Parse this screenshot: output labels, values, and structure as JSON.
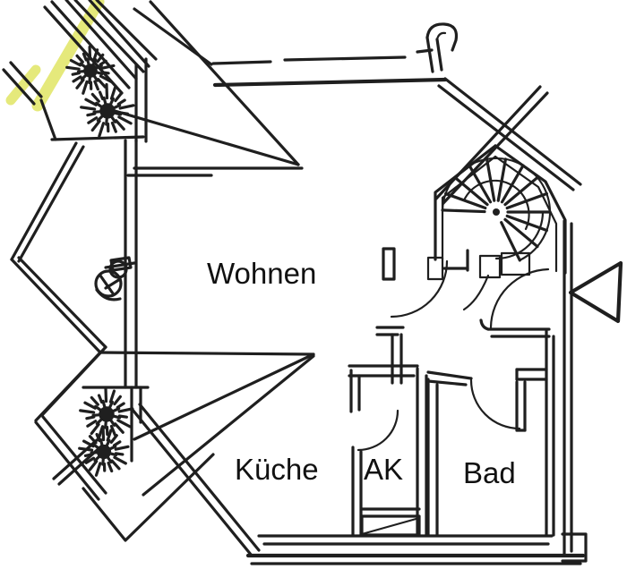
{
  "floorplan": {
    "rooms": {
      "wohnen": {
        "label": "Wohnen"
      },
      "kueche": {
        "label": "Küche"
      },
      "ak": {
        "label": "AK"
      },
      "bad": {
        "label": "Bad"
      }
    },
    "colors": {
      "line": "#1f1f1f",
      "highlight": "#dde24f",
      "label": "#111111",
      "background": "#ffffff"
    },
    "symbols": {
      "starburst": "starburst-symbol",
      "spiral_staircase": "spiral-staircase",
      "entrance_triangle": "entrance-arrow",
      "door_swing": "door-swing-arc",
      "highlighter": "highlighter-mark"
    }
  }
}
